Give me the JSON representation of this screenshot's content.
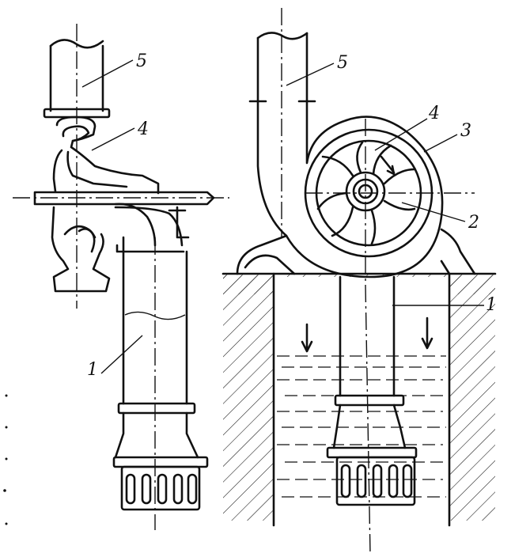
{
  "figure": {
    "left_view": {
      "labels": {
        "pipe_suction": "1",
        "casing": "4",
        "pipe_discharge": "5"
      }
    },
    "right_view": {
      "labels": {
        "suction_pipe": "1",
        "impeller": "2",
        "casing": "3",
        "blade_channel": "4",
        "discharge_pipe": "5"
      }
    }
  }
}
